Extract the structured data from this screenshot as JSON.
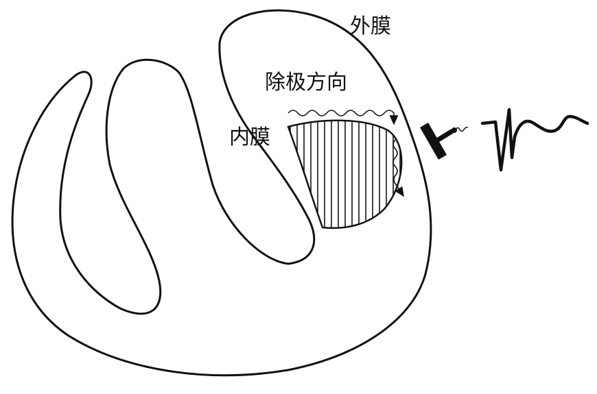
{
  "labels": {
    "epicardium": "外膜",
    "depolarization_direction": "除极方向",
    "endocardium": "内膜"
  },
  "colors": {
    "stroke": "#111111",
    "background": "#ffffff"
  }
}
